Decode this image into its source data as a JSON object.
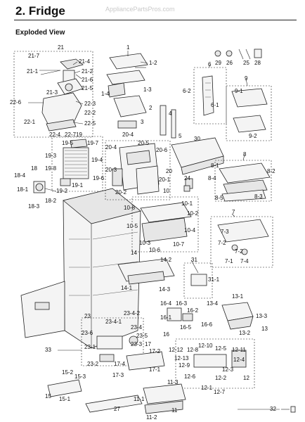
{
  "header": {
    "title": "2.  Fridge",
    "watermark": "AppliancePartsPros.com",
    "subtitle": "Exploded View"
  },
  "labels": {
    "l1": "1",
    "l1_2": "1-2",
    "l1_3": "1-3",
    "l1_4": "1-4",
    "l2": "2",
    "l3": "3",
    "l4": "4",
    "l5": "5",
    "l6": "6",
    "l6_1": "6-1",
    "l6_2": "6-2",
    "l7": "7",
    "l7_1": "7-1",
    "l7_2": "7-2",
    "l7_3": "7-3",
    "l7_4": "7-4",
    "l8": "8",
    "l8_1": "8-1",
    "l8_2": "8-2",
    "l8_3": "8-3",
    "l8_4": "8-4",
    "l8_5": "8-5",
    "l9": "9",
    "l9_1": "9-1",
    "l9_2": "9-2",
    "l10": "10",
    "l10_1": "10-1",
    "l10_2": "10-2",
    "l10_3": "10-3",
    "l10_4": "10-4",
    "l10_5": "10-5",
    "l10_6": "10-6",
    "l10_7": "10-7",
    "l10_8": "10-8",
    "l11": "11",
    "l11_1": "11-1",
    "l11_2": "11-2",
    "l11_3": "11-3",
    "l12": "12",
    "l12_1": "12-1",
    "l12_2": "12-2",
    "l12_3": "12-3",
    "l12_4": "12-4",
    "l12_5": "12-5",
    "l12_6": "12-6",
    "l12_7": "12-7",
    "l12_8": "12-8",
    "l12_9": "12-9",
    "l12_10": "12-10",
    "l12_11": "12-11",
    "l12_12": "12-12",
    "l12_13": "12-13",
    "l13": "13",
    "l13_1": "13-1",
    "l13_2": "13-2",
    "l13_3": "13-3",
    "l13_4": "13-4",
    "l14": "14",
    "l14_1": "14-1",
    "l14_2": "14-2",
    "l14_3": "14-3",
    "l15": "15",
    "l15_1": "15-1",
    "l15_2": "15-2",
    "l15_3": "15-3",
    "l16": "16",
    "l16_1": "16-1",
    "l16_2": "16-2",
    "l16_3": "16-3",
    "l16_4": "16-4",
    "l16_5": "16-5",
    "l16_6": "16-6",
    "l17": "17",
    "l17_1": "17-1",
    "l17_2": "17-2",
    "l17_3": "17-3",
    "l17_4": "17-4",
    "l18": "18",
    "l18_1": "18-1",
    "l18_2": "18-2",
    "l18_3": "18-3",
    "l18_4": "18-4",
    "l19": "19",
    "l19_1": "19-1",
    "l19_2": "19-2",
    "l19_3": "19-3",
    "l19_4": "19-4",
    "l19_5": "19-5",
    "l19_6": "19-6",
    "l19_7": "19-7",
    "l19_8": "19-8",
    "l20": "20",
    "l20_1": "20-1",
    "l20_2": "20-2",
    "l20_3": "20-3",
    "l20_4": "20-4",
    "l20_4b": "20-4",
    "l20_5": "20-5",
    "l20_6": "20-6",
    "l21": "21",
    "l21_1": "21-1",
    "l21_2": "21-2",
    "l21_3": "21-3",
    "l21_4": "21-4",
    "l21_5": "21-5",
    "l21_6": "21-6",
    "l21_7": "21-7",
    "l22_1": "22-1",
    "l22_2": "22-2",
    "l22_3": "22-3",
    "l22_4": "22-4",
    "l22_5": "22-5",
    "l22_6": "22-6",
    "l22_7": "22-7",
    "l23": "23",
    "l23_1": "23-1",
    "l23_2": "23-2",
    "l23_3": "23-3",
    "l23_4": "23-4",
    "l23_4_1": "23-4-1",
    "l23_4_2": "23-4-2",
    "l23_5": "23-5",
    "l23_6": "23-6",
    "l24": "24",
    "l25": "25",
    "l26": "26",
    "l27": "27",
    "l28": "28",
    "l29": "29",
    "l30": "30",
    "l31": "31",
    "l31_1": "31-1",
    "l32": "32",
    "l33": "33"
  }
}
